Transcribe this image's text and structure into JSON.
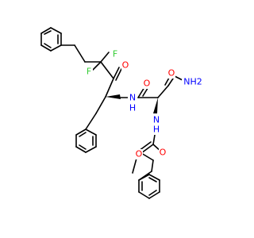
{
  "diagram": {
    "type": "skeletal-structure",
    "colors": {
      "bond": "#000000",
      "O": "#ff0000",
      "N": "#0000ff",
      "F": "#33cc33",
      "background": "#ffffff"
    },
    "atom_labels": [
      {
        "id": "F1",
        "text": "F",
        "element": "F"
      },
      {
        "id": "F2",
        "text": "F",
        "element": "F"
      },
      {
        "id": "O_ketone",
        "text": "O",
        "element": "O"
      },
      {
        "id": "N_amide",
        "text": "N",
        "element": "N"
      },
      {
        "id": "H_amide",
        "text": "H",
        "element": "N"
      },
      {
        "id": "O_amide",
        "text": "O",
        "element": "O"
      },
      {
        "id": "O_carboxamide",
        "text": "O",
        "element": "O"
      },
      {
        "id": "NH2_label",
        "text": "NH2",
        "element": "N"
      },
      {
        "id": "N_carbamate",
        "text": "N",
        "element": "N"
      },
      {
        "id": "H_carbamate",
        "text": "H",
        "element": "N"
      },
      {
        "id": "O_carbamate_carbonyl",
        "text": "O",
        "element": "O"
      },
      {
        "id": "O_carbamate_ester",
        "text": "O",
        "element": "O"
      }
    ]
  }
}
